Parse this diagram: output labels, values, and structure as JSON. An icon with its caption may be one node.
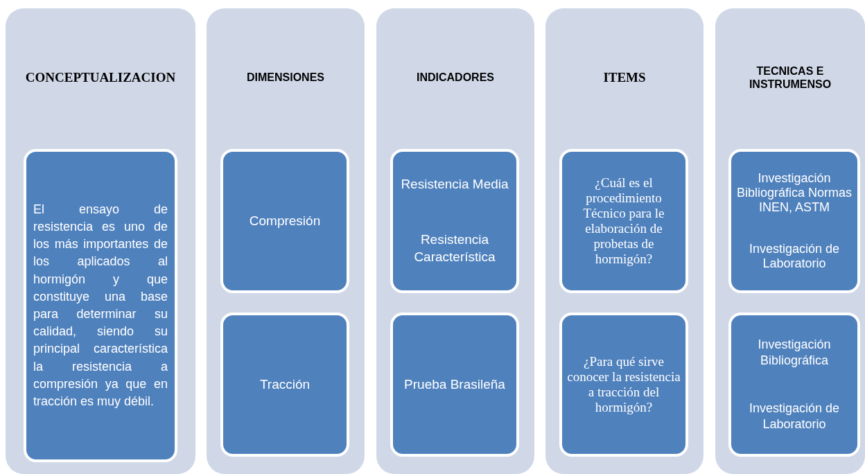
{
  "diagram": {
    "nodes": [
      {
        "text": [
          "CONCEPTUALIZACION"
        ]
      },
      {
        "text": [
          "El ensayo de resistencia es uno de los más importantes de los aplicados al hormigón y que constituye una base para determinar su calidad, siendo su principal característica la resistencia a compresión ya que en tracción es muy débil."
        ],
        "in": 0
      },
      {
        "text": [
          "DIMENSIONES"
        ]
      },
      {
        "text": [
          "Compresión"
        ],
        "in": 2
      },
      {
        "text": [
          "Tracción"
        ],
        "in": 2
      },
      {
        "text": [
          "INDICADORES"
        ]
      },
      {
        "text": [
          "Resistencia Media",
          "Resistencia Característica"
        ],
        "in": 5
      },
      {
        "text": [
          "Prueba Brasileña"
        ],
        "in": 5
      },
      {
        "text": [
          "ITEMS"
        ]
      },
      {
        "text": [
          "¿Cuál es el procedimiento Técnico para le elaboración de probetas de hormigón?"
        ],
        "in": 8
      },
      {
        "text": [
          "¿Para qué sirve conocer la resistencia a tracción del hormigón?"
        ],
        "in": 8
      },
      {
        "text": [
          "TECNICAS E INSTRUMENSO"
        ]
      },
      {
        "text": [
          "Investigación Bibliográfica Normas INEN, ASTM",
          "Investigación de Laboratorio"
        ],
        "in": 11
      },
      {
        "text": [
          "Investigación Bibliográfica",
          "Investigación de Laboratorio"
        ],
        "in": 11
      }
    ]
  }
}
